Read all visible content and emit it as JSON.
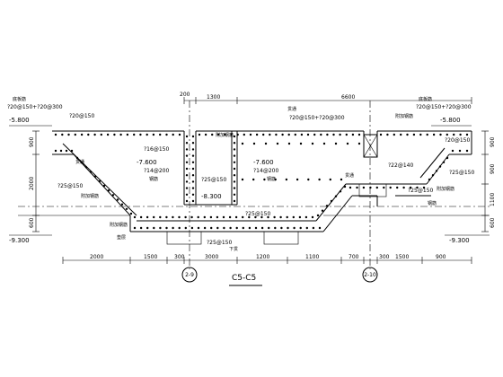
{
  "section": {
    "title": "C5-C5",
    "axes": [
      "2-9",
      "2-10"
    ]
  },
  "dimensions": {
    "top": [
      "200",
      "1300",
      "6600"
    ],
    "bottom": [
      "2000",
      "1500",
      "300",
      "3000",
      "1200",
      "1100",
      "700",
      "300",
      "1500",
      "900"
    ],
    "left": [
      "900",
      "2000",
      "600"
    ],
    "right_upper": [
      "900",
      "900"
    ],
    "right_lower": [
      "1100",
      "600"
    ]
  },
  "elevations": {
    "top_left": "-5.800",
    "top_right": "-5.800",
    "pit_left": "-7.600",
    "pit_right": "-7.600",
    "mid": "-8.300",
    "bottom_left": "-9.300",
    "bottom_right": "-9.300"
  },
  "rebar": {
    "top_left_main": "?20@150+?20@300",
    "top_left_sub": "?20@150",
    "top_right_main": "?20@150+?20@300",
    "top_middle": "?20@150+?20@300",
    "top_right_sub": "?20@150",
    "wall_tie": "?16@150",
    "pit_left_bar": "?14@200",
    "pit_right_bar": "?14@200",
    "slope_left": "?25@150",
    "wall_center": "?25@150",
    "floor_mid": "?25@150",
    "bottom": "?25@150",
    "right_step": "?22@140",
    "right_slope": "?25@150",
    "right_far": "?25@150"
  },
  "labels": {
    "top_left_note": "底板筋",
    "top_right_note": "底板筋",
    "wall_note_a": "附加钢筋",
    "wall_note_b": "附加钢筋",
    "cont_left": "贯通",
    "cont_right": "贯通",
    "cont_mid": "贯通",
    "cont_bot": "下贯",
    "pit_note_l": "钢筋",
    "pit_note_r": "钢筋",
    "corner_left": "附加钢筋",
    "corner_right": "附加钢筋",
    "bed_left": "垫层",
    "right_note": "附加钢筋",
    "right_mid_note": "钢筋"
  }
}
